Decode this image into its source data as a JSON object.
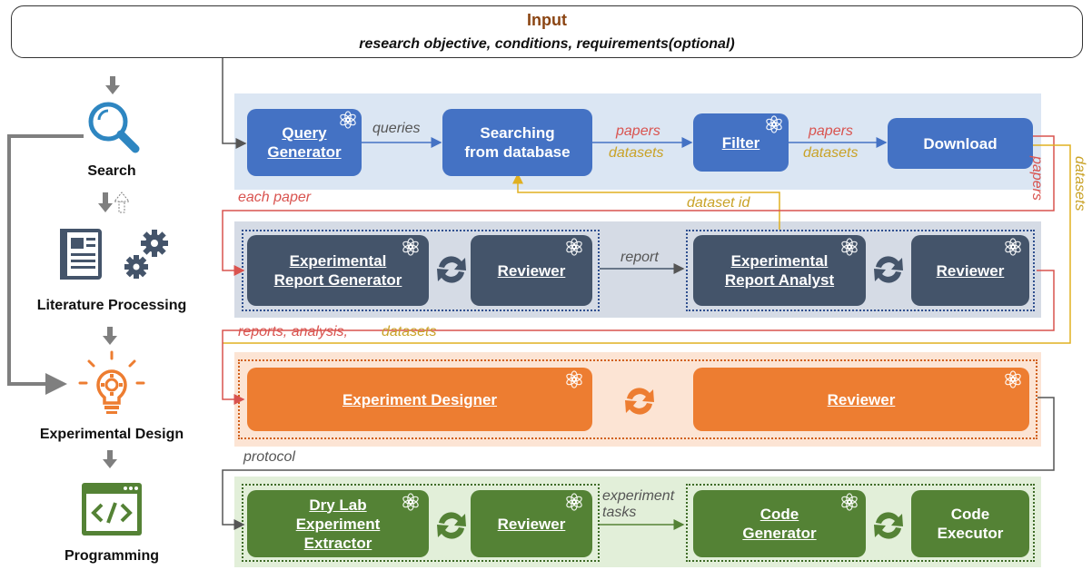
{
  "input": {
    "title": "Input",
    "subtitle": "research objective, conditions, requirements(optional)"
  },
  "sidebar": {
    "search": "Search",
    "literature": "Literature Processing",
    "design": "Experimental Design",
    "programming": "Programming"
  },
  "stage_search": {
    "query_generator": "Query\nGenerator",
    "searching": "Searching\nfrom database",
    "filter": "Filter",
    "download": "Download",
    "queries": "queries",
    "papers1": "papers",
    "datasets1": "datasets",
    "papers2": "papers",
    "datasets2": "datasets",
    "papers_vertical": "papers",
    "datasets_vertical": "datasets",
    "each_paper": "each paper",
    "dataset_id": "dataset id"
  },
  "stage_literature": {
    "report_generator": "Experimental\nReport Generator",
    "reviewer1": "Reviewer",
    "report": "report",
    "report_analyst": "Experimental\nReport Analyst",
    "reviewer2": "Reviewer",
    "reports_label": "reports, analysis,",
    "datasets_label": "datasets"
  },
  "stage_design": {
    "designer": "Experiment Designer",
    "reviewer": "Reviewer",
    "protocol": "protocol"
  },
  "stage_programming": {
    "extractor": "Dry Lab\nExperiment\nExtractor",
    "reviewer": "Reviewer",
    "experiment_tasks": "experiment\ntasks",
    "code_generator": "Code\nGenerator",
    "code_executor": "Code\nExecutor"
  },
  "colors": {
    "blue": "#4472c4",
    "navy": "#44546a",
    "orange": "#ed7d31",
    "green": "#548235",
    "red_label": "#d9534f",
    "gold_label": "#c9a227",
    "input_title": "#8b4513"
  },
  "icons": [
    "search-icon",
    "document-gears-icon",
    "lightbulb-gear-icon",
    "code-window-icon",
    "openai-logo-icon",
    "refresh-cycle-icon"
  ]
}
